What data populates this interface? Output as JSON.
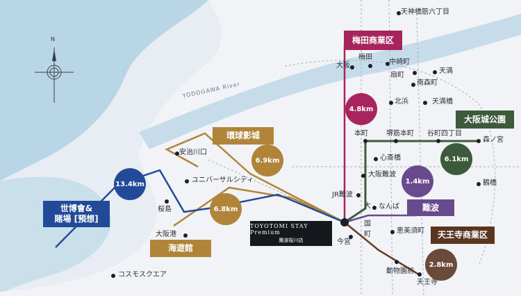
{
  "river": "YODOGAWA River",
  "compass": {
    "north": "N",
    "icon": "compass-rose-icon"
  },
  "hotel": {
    "name": "TOYOTOMI STAY Premium",
    "sub": "難波桜川店"
  },
  "districts": {
    "umeda": "梅田商業区",
    "osakajo": "大阪城公園",
    "namba": "難波",
    "tennoji": "天王寺商業区",
    "kankyu": "環球影城",
    "kaiyukan": "海遊館",
    "expo_l1": "世博會&",
    "expo_l2": "賭場 [預想]"
  },
  "distances": {
    "umeda": "4.8km",
    "osakajo": "6.1km",
    "namba": "1.4km",
    "tennoji": "2.8km",
    "usj": "6.9km",
    "kaiyukan": "6.8km",
    "expo": "13.4km"
  },
  "stations": {
    "tenjin": "天神橋筋六丁目",
    "umeda": "梅田",
    "osaka": "大阪",
    "nakazaki": "中崎町",
    "ogimachi": "扇町",
    "tenma": "天満",
    "minamimori": "南森町",
    "kitahama": "北浜",
    "tenmabashi": "天満橋",
    "honmachi": "本町",
    "sakaisuji": "堺筋本町",
    "tanimachi": "谷町四丁目",
    "morinomiya": "森ノ宮",
    "shinsaibashi": "心斎橋",
    "osakanamba": "大阪難波",
    "jrnamba": "JR難波",
    "nanba": "なんば",
    "tsuruhashi": "鶴橋",
    "daikokucho_a": "大",
    "daikokucho_b": "国",
    "daikokucho_c": "町",
    "ebisucho": "恵美須町",
    "imamiya": "今宮",
    "dobutsuen": "動物園前",
    "tennoji": "天王寺",
    "ajikawa": "安治川口",
    "universal": "ユニバーサルシティ",
    "sakurajima": "桜島",
    "osakako": "大阪港",
    "cosmo": "コスモスクエア"
  },
  "colors": {
    "umeda": "#a8245c",
    "osakajo": "#3d5a3b",
    "namba": "#6a4a8e",
    "tennoji": "#5a3520",
    "gold": "#b0853a",
    "blue": "#234a99",
    "tennoji_circle": "#6b4a3a",
    "green_line": "#3d5a3b"
  }
}
